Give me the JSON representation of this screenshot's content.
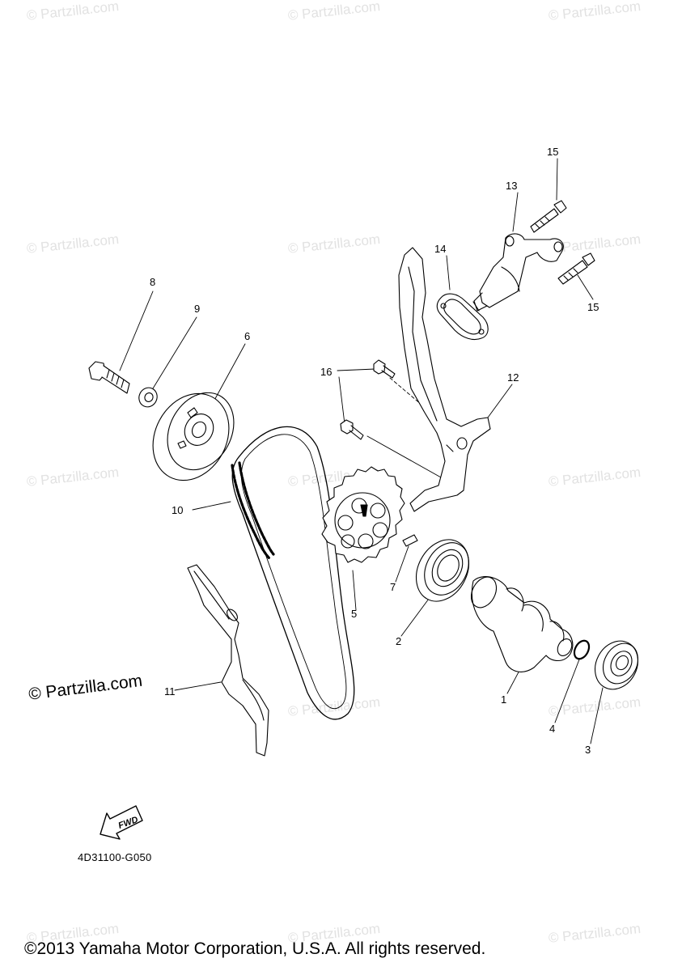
{
  "watermark_text": "© Partzilla.com",
  "brand_watermark": "© Partzilla.com",
  "callouts": [
    "1",
    "2",
    "3",
    "4",
    "5",
    "6",
    "7",
    "8",
    "9",
    "10",
    "11",
    "12",
    "13",
    "14",
    "15",
    "15",
    "16"
  ],
  "fwd_label": "FWD",
  "diagram_code": "4D31100-G050",
  "copyright": "©2013 Yamaha Motor Corporation, U.S.A. All rights reserved."
}
